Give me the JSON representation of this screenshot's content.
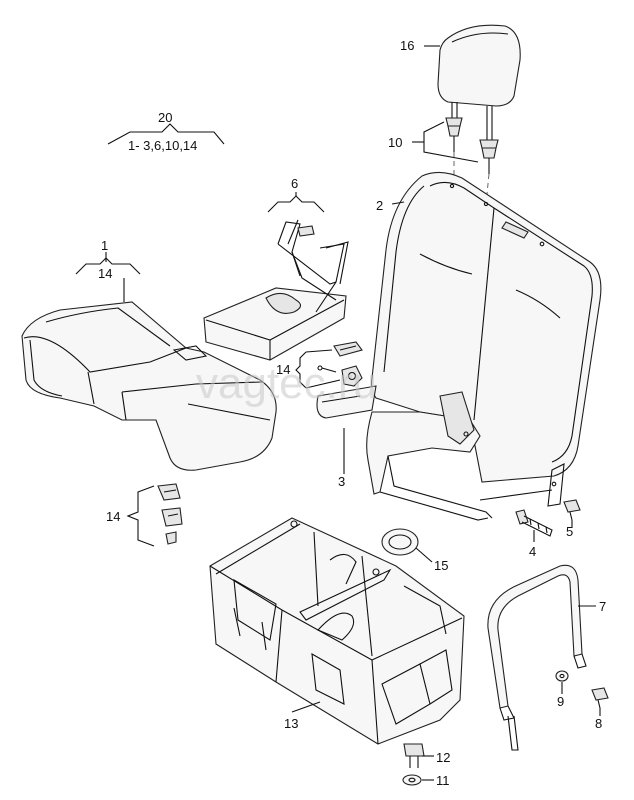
{
  "watermark": "vagtec.ru",
  "labels": {
    "l1": "1",
    "l2": "2",
    "l3": "3",
    "l4": "4",
    "l5": "5",
    "l6": "6",
    "l7": "7",
    "l8": "8",
    "l9": "9",
    "l10": "10",
    "l11": "11",
    "l12": "12",
    "l13": "13",
    "l14a": "14",
    "l14b": "14",
    "l14c": "14",
    "l15": "15",
    "l16": "16",
    "l20": "20",
    "group20": "1- 3,6,10,14"
  }
}
